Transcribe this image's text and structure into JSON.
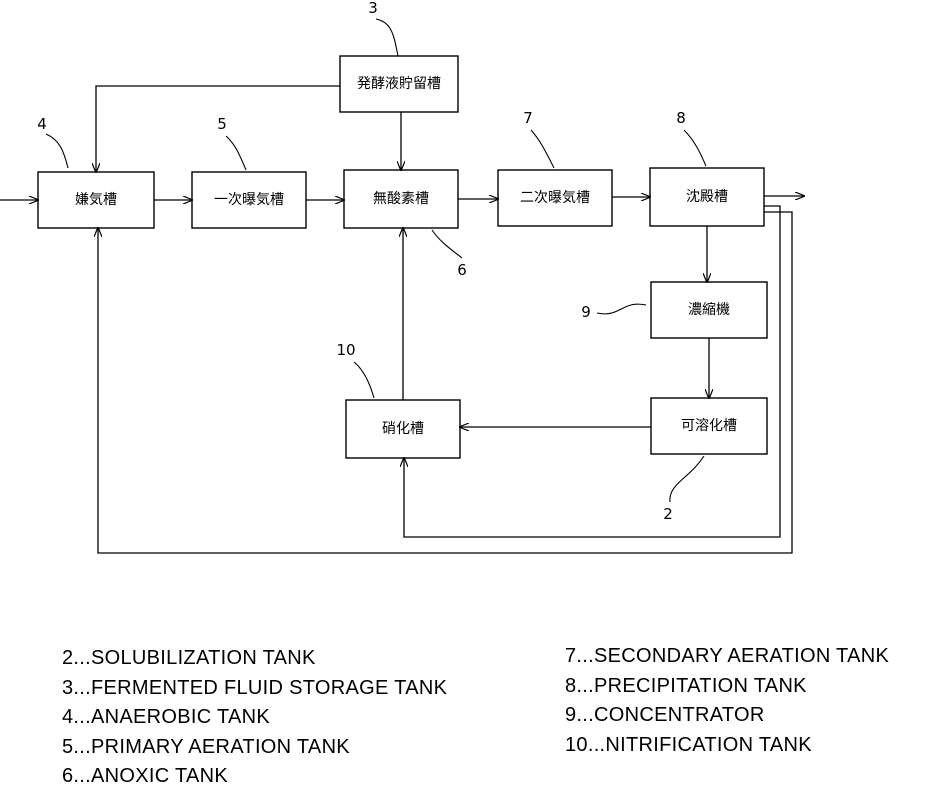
{
  "tanks": {
    "solubilization": {
      "ref": "2",
      "label": "可溶化槽"
    },
    "fermented_storage": {
      "ref": "3",
      "label": "発酵液貯留槽"
    },
    "anaerobic": {
      "ref": "4",
      "label": "嫌気槽"
    },
    "primary_aeration": {
      "ref": "5",
      "label": "一次曝気槽"
    },
    "anoxic": {
      "ref": "6",
      "label": "無酸素槽"
    },
    "secondary_aeration": {
      "ref": "7",
      "label": "二次曝気槽"
    },
    "precipitation": {
      "ref": "8",
      "label": "沈殿槽"
    },
    "concentrator": {
      "ref": "9",
      "label": "濃縮機"
    },
    "nitrification": {
      "ref": "10",
      "label": "硝化槽"
    }
  },
  "legend": {
    "left": [
      "2...SOLUBILIZATION TANK",
      "3...FERMENTED FLUID STORAGE TANK",
      "4...ANAEROBIC TANK",
      "5...PRIMARY AERATION TANK",
      "6...ANOXIC TANK"
    ],
    "right": [
      "7...SECONDARY AERATION TANK",
      "8...PRECIPITATION TANK",
      "9...CONCENTRATOR",
      "10...NITRIFICATION TANK"
    ]
  }
}
